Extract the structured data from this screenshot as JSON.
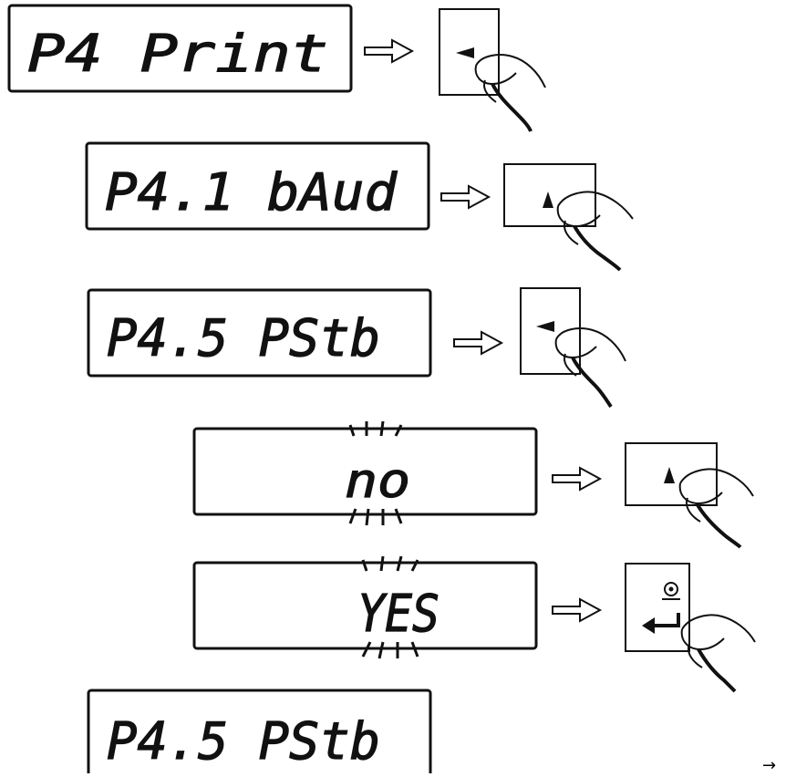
{
  "steps": [
    {
      "display": "P4 Print",
      "key": "right-arrow-key",
      "blinking": false
    },
    {
      "display": "P4.1 bAud",
      "key": "up-arrow-key",
      "blinking": false
    },
    {
      "display": "P4.5 PStb",
      "key": "right-arrow-key",
      "blinking": false
    },
    {
      "display": "no",
      "key": "up-arrow-key",
      "blinking": true
    },
    {
      "display": "YES",
      "key": "enter-key",
      "blinking": true
    },
    {
      "display": "P4.5 PStb",
      "key": null,
      "blinking": false
    }
  ],
  "continuation_arrow": "→",
  "colors": {
    "ink": "#111111",
    "background": "#ffffff"
  }
}
